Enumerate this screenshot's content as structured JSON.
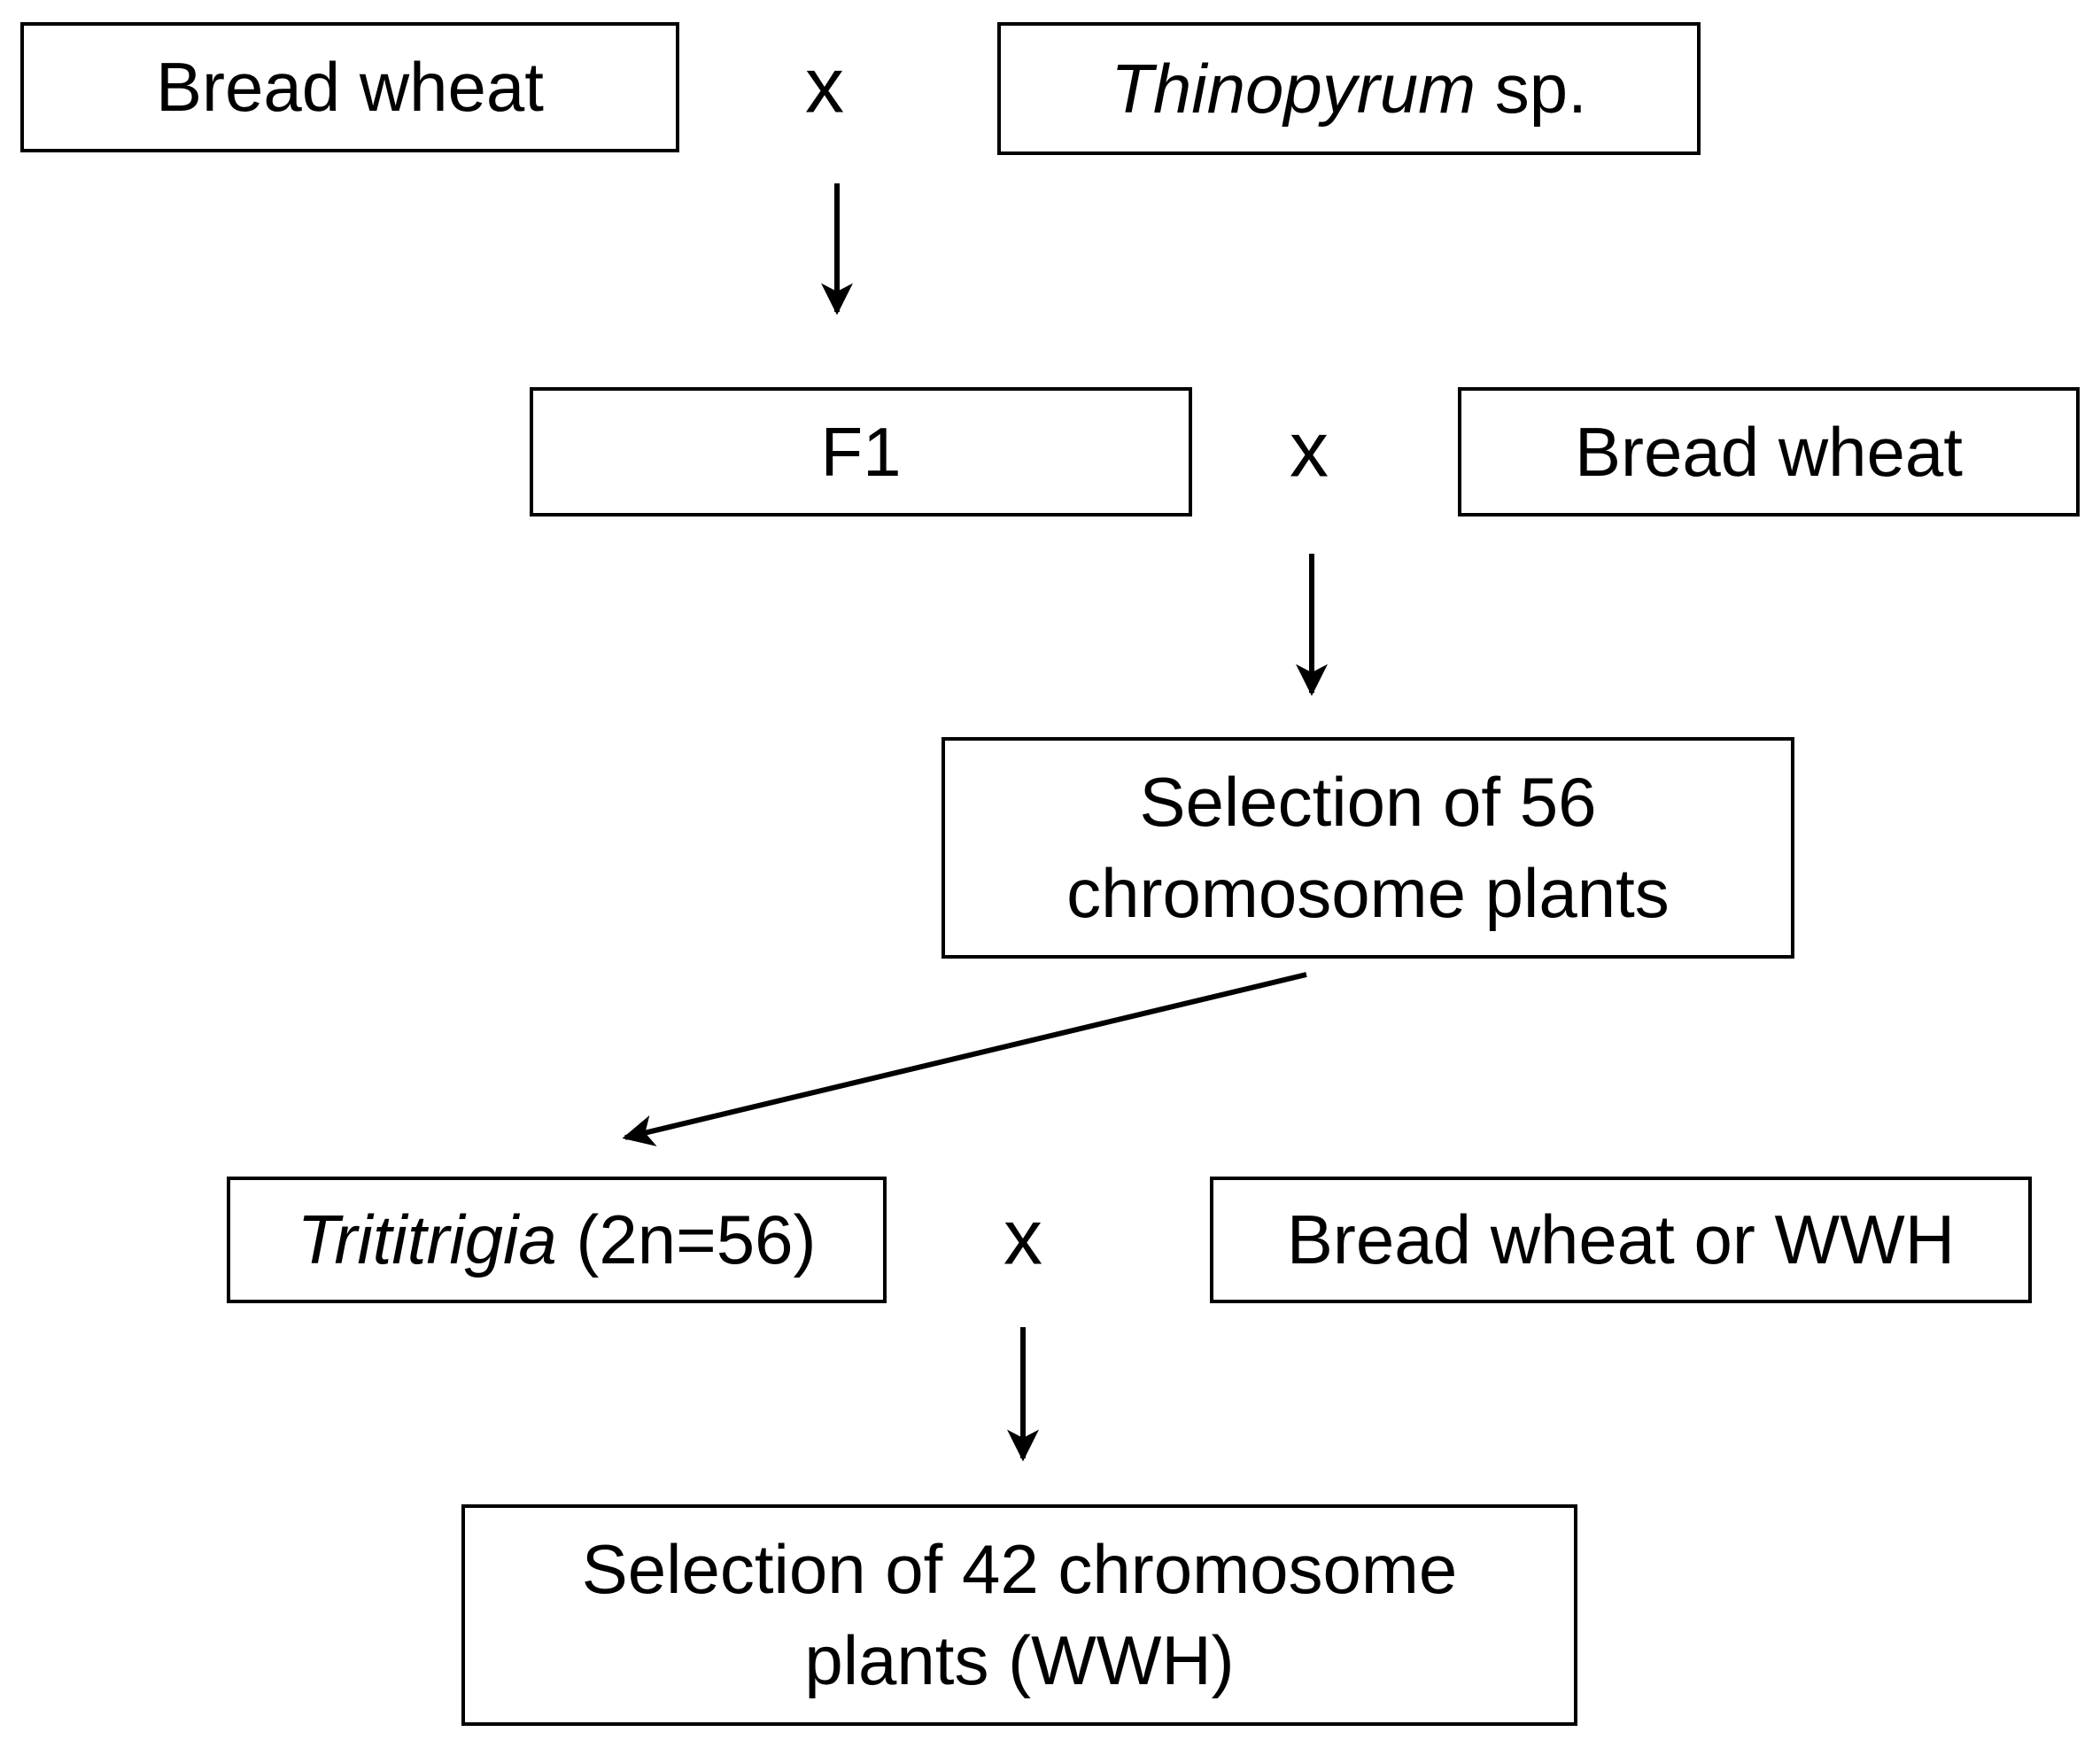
{
  "diagram": {
    "background_color": "#ffffff",
    "line_color": "#000000",
    "cross_symbol": "x",
    "boxes": {
      "bread_wheat_parent": {
        "label": "Bread wheat"
      },
      "thinopyrum": {
        "genus": "Thinopyrum",
        "suffix": " sp."
      },
      "f1": {
        "label": "F1"
      },
      "bread_wheat_backcross": {
        "label": "Bread wheat"
      },
      "selection_56": {
        "line1": "Selection of 56",
        "line2": "chromosome plants"
      },
      "trititrigia": {
        "genus": "Trititrigia",
        "suffix": " (2n=56)"
      },
      "bread_wheat_or_wwh": {
        "label": "Bread wheat or WWH"
      },
      "selection_42": {
        "line1": "Selection of 42 chromosome",
        "line2": "plants (WWH)"
      }
    }
  }
}
